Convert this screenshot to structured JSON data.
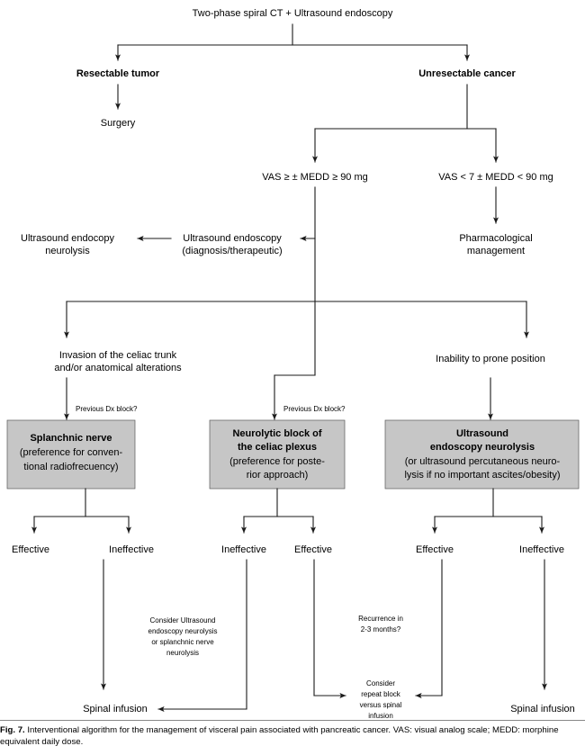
{
  "figure": {
    "label": "Fig. 7.",
    "caption": "Interventional algorithm for the management of visceral pain associated with pancreatic cancer. VAS: visual analog scale; MEDD: morphine equivalent daily dose.",
    "background_color": "#ffffff",
    "box_fill_color": "#c6c6c6",
    "line_color": "#1a1a1a"
  },
  "nodes": {
    "root": "Two-phase spiral CT + Ultrasound endoscopy",
    "resectable": "Resectable tumor",
    "unresectable": "Unresectable cancer",
    "surgery": "Surgery",
    "vas_high": "VAS ≥ ± MEDD ≥ 90 mg",
    "vas_low": "VAS < 7 ± MEDD < 90 mg",
    "pharma_l1": "Pharmacological",
    "pharma_l2": "management",
    "us_endoscopy_l1": "Ultrasound endoscopy",
    "us_endoscopy_l2": "(diagnosis/therapeutic)",
    "us_neurolysis_l1": "Ultrasound endocopy",
    "us_neurolysis_l2": "neurolysis",
    "invasion_l1": "Invasion of the celiac trunk",
    "invasion_l2": "and/or anatomical alterations",
    "prone": "Inability to prone position",
    "prev_dx_left": "Previous Dx block?",
    "prev_dx_mid": "Previous Dx block?"
  },
  "gray_boxes": [
    {
      "id": "splanchnic",
      "lines": [
        "Splanchnic nerve",
        "(preference for conven-",
        "tional radiofrecuency)"
      ],
      "bold_lines": 1
    },
    {
      "id": "neurolytic",
      "lines": [
        "Neurolytic block of",
        "the celiac plexus",
        "(preference for poste-",
        "rior approach)"
      ],
      "bold_lines": 2
    },
    {
      "id": "ultrasound",
      "lines": [
        "Ultrasound",
        "endoscopy neurolysis",
        "(or ultrasound percutaneous neuro-",
        "lysis if no important ascites/obesity)"
      ],
      "bold_lines": 2
    }
  ],
  "outcomes": {
    "splanchnic_left": "Effective",
    "splanchnic_right": "Ineffective",
    "neurolytic_left": "Ineffective",
    "neurolytic_right": "Effective",
    "ultrasound_left": "Effective",
    "ultrasound_right": "Ineffective"
  },
  "annotations": {
    "consider_us": [
      "Consider Ultrasound",
      "endoscopy neurolysis",
      "or splanchnic nerve",
      "neurolysis"
    ],
    "recurrence": [
      "Recurrence in",
      "2-3 months?"
    ],
    "repeat_block": [
      "Consider",
      "repeat block",
      "versus spinal",
      "infusion"
    ]
  },
  "terminals": {
    "spinal_left": "Spinal infusion",
    "spinal_right": "Spinal infusion"
  }
}
